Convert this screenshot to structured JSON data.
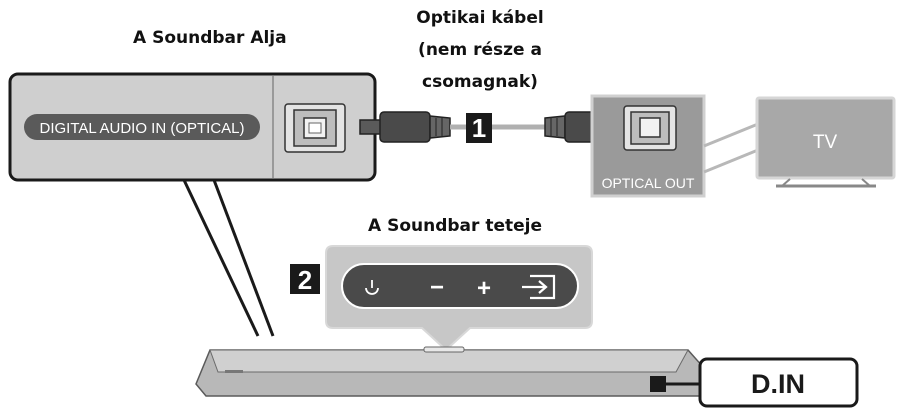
{
  "labels": {
    "soundbar_bottom": "A Soundbar Alja",
    "cable_line1": "Optikai kábel",
    "cable_line2": "(nem része a",
    "cable_line3": "csomagnak)",
    "soundbar_top": "A Soundbar teteje"
  },
  "ports": {
    "digital_audio_in": "DIGITAL AUDIO IN (OPTICAL)",
    "optical_out": "OPTICAL OUT"
  },
  "devices": {
    "tv": "TV"
  },
  "steps": {
    "step1": "1",
    "step2": "2"
  },
  "controls": {
    "power": "power-icon",
    "minus": "−",
    "plus": "+",
    "source": "source-icon"
  },
  "display": {
    "mode": "D.IN"
  },
  "colors": {
    "panel_fill": "#cfcfcf",
    "panel_border": "#1a1a1a",
    "port_label_bg": "#5a5a5a",
    "control_bg": "#4a4a4a",
    "optical_out_panel": "#9a9a9a"
  }
}
